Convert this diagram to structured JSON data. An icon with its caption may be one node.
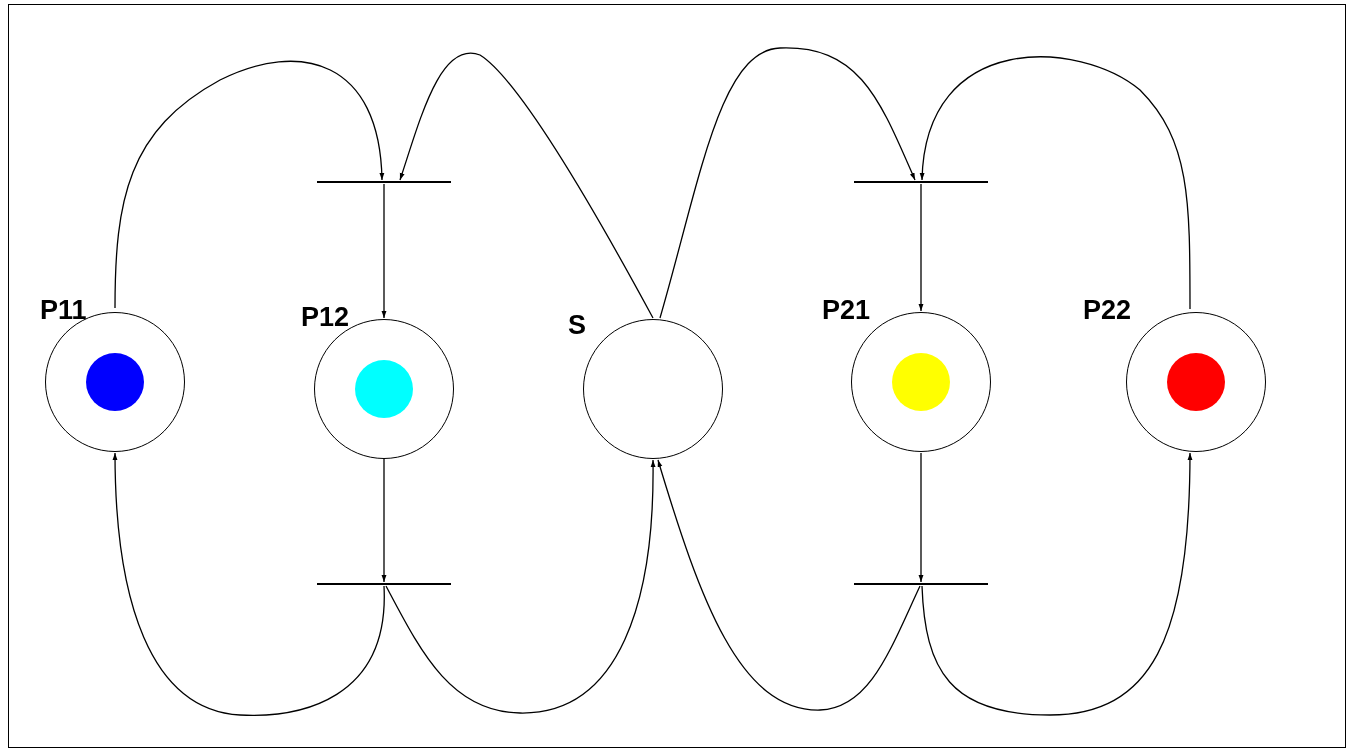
{
  "diagram": {
    "nodes": [
      {
        "text": [],
        "shape": "bar"
      },
      {
        "text": [],
        "shape": "bar"
      },
      {
        "text": [
          "P11"
        ]
      },
      {
        "text": [
          "P12"
        ]
      },
      {
        "text": [
          "S"
        ]
      },
      {
        "text": [
          "P21"
        ]
      },
      {
        "text": [
          "P22"
        ]
      },
      {
        "text": [],
        "shape": "bar"
      },
      {
        "text": [],
        "shape": "bar"
      }
    ],
    "edges": [
      {
        "from": 2,
        "to": 0,
        "arrow": "to"
      },
      {
        "from": 4,
        "to": 0,
        "arrow": "to"
      },
      {
        "from": 0,
        "to": 3,
        "arrow": "to"
      },
      {
        "from": 3,
        "to": 7,
        "arrow": "to"
      },
      {
        "from": 7,
        "to": 2,
        "arrow": "to"
      },
      {
        "from": 7,
        "to": 4,
        "arrow": "to"
      },
      {
        "from": 4,
        "to": 1,
        "arrow": "to"
      },
      {
        "from": 6,
        "to": 1,
        "arrow": "to"
      },
      {
        "from": 1,
        "to": 5,
        "arrow": "to"
      },
      {
        "from": 5,
        "to": 8,
        "arrow": "to"
      },
      {
        "from": 8,
        "to": 4,
        "arrow": "to"
      },
      {
        "from": 8,
        "to": 6,
        "arrow": "to"
      }
    ]
  }
}
